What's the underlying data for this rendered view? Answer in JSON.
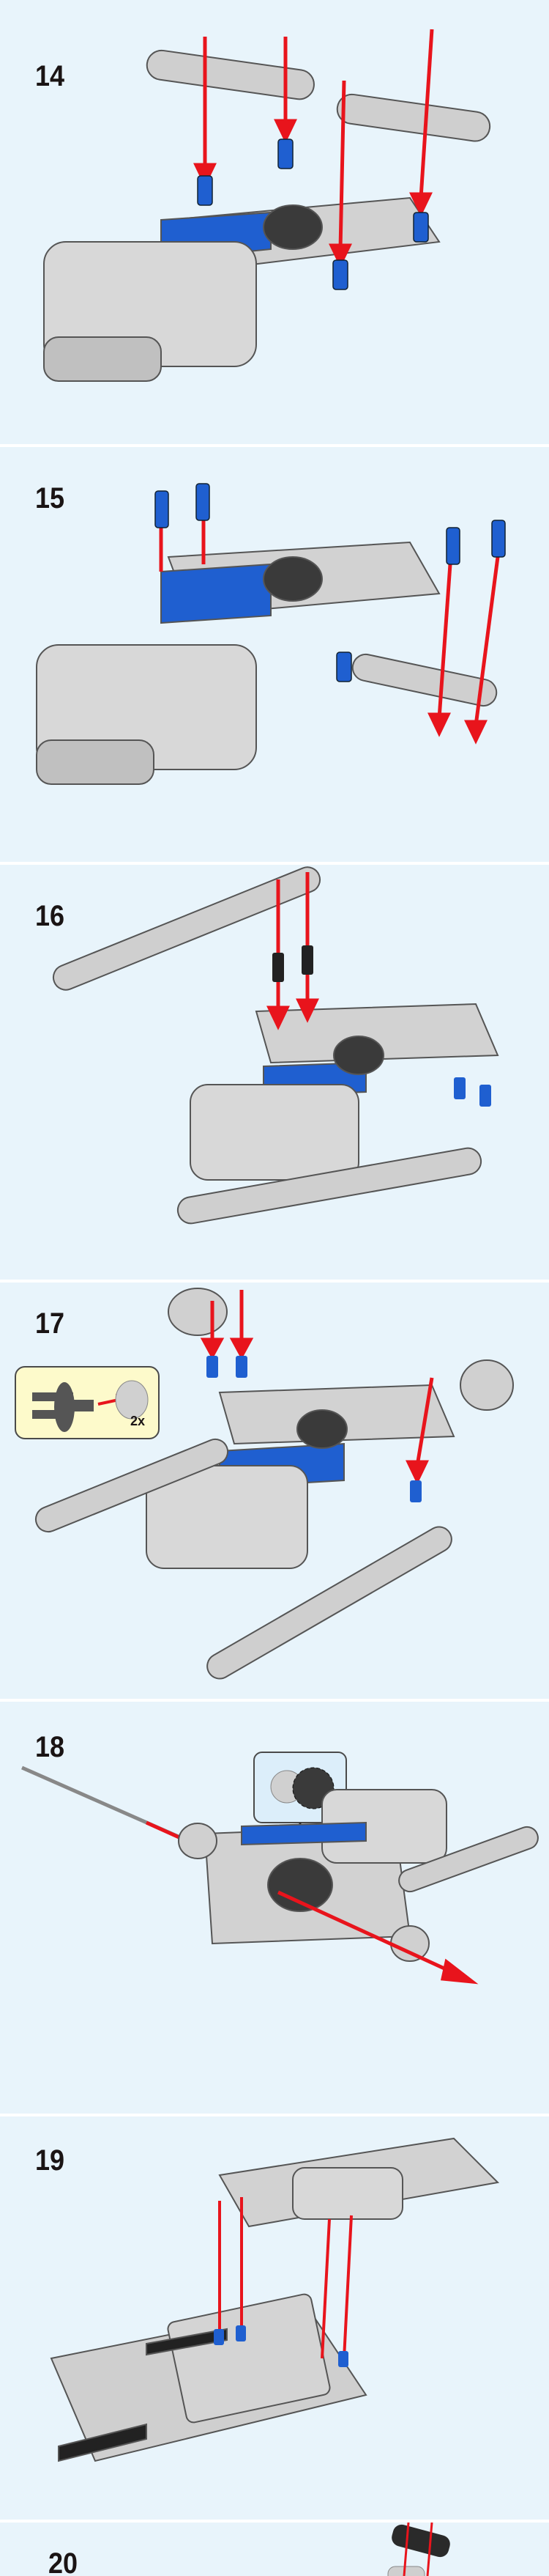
{
  "steps": [
    {
      "number": "14"
    },
    {
      "number": "15"
    },
    {
      "number": "16"
    },
    {
      "number": "17",
      "callout": {
        "quantity": "2x"
      }
    },
    {
      "number": "18"
    },
    {
      "number": "19"
    },
    {
      "number": "20"
    }
  ],
  "colors": {
    "background": "#e8f4fb",
    "arrow": "#e8141c",
    "blue_part": "#1f5fd0",
    "gray_part": "#c8c8c8",
    "dark_part": "#3a3a3a",
    "callout": "#fdfacb"
  }
}
